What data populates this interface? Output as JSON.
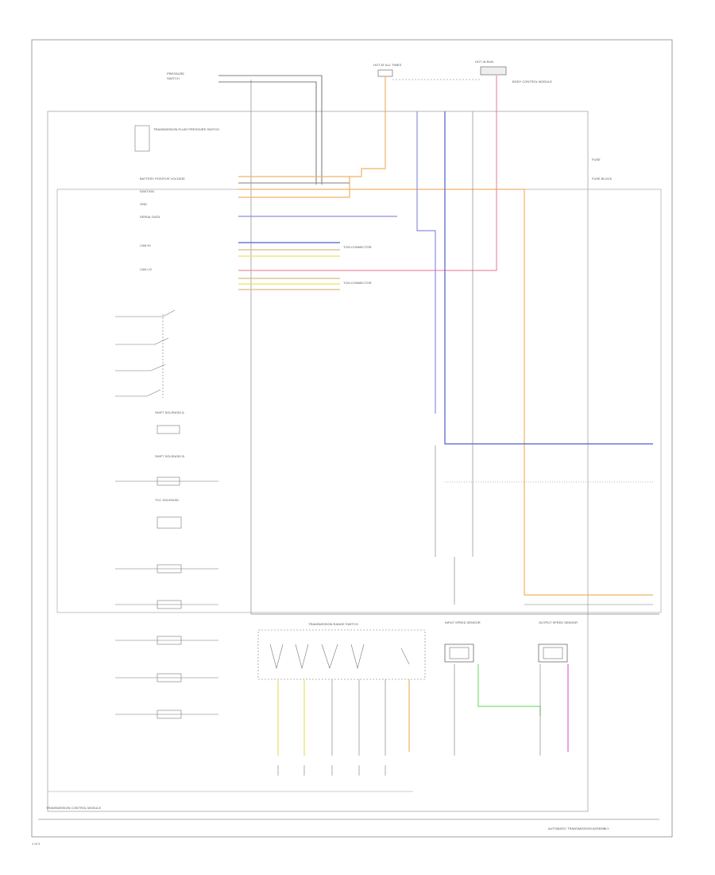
{
  "colors": {
    "orange": "#f0b268",
    "blue": "#4b5fcf",
    "pink": "#ef8ea5",
    "magenta": "#e060d8",
    "yellow": "#e8e06a",
    "green": "#79e07a",
    "tan": "#d9b68a",
    "gray": "#999999"
  },
  "labels": {
    "footer_left": "TRANSMISSION CONTROL MODULE",
    "footer_right": "AUTOMATIC TRANSMISSION ASSEMBLY",
    "corner": "1 of 4",
    "body_control": "BODY CONTROL MODULE",
    "hot_at_all_times": "HOT AT ALL TIMES",
    "hot_in_run": "HOT IN RUN",
    "fuse": "FUSE",
    "pressure_switch": "TRANSMISSION FLUID PRESSURE SWITCH",
    "tcm_connector": "TCM CONNECTOR",
    "fuse_block": "FUSE BLOCK",
    "solenoid_a": "SHIFT SOLENOID A",
    "solenoid_b": "SHIFT SOLENOID B",
    "tcc_solenoid": "TCC SOLENOID",
    "range_switch": "TRANSMISSION RANGE SWITCH",
    "input_sensor": "INPUT SPEED SENSOR",
    "output_sensor": "OUTPUT SPEED SENSOR",
    "battery": "BATTERY POSITIVE VOLTAGE",
    "ignition": "IGNITION",
    "ground": "GND",
    "serial_data": "SERIAL DATA",
    "can_hi": "CAN HI",
    "can_lo": "CAN LO"
  }
}
